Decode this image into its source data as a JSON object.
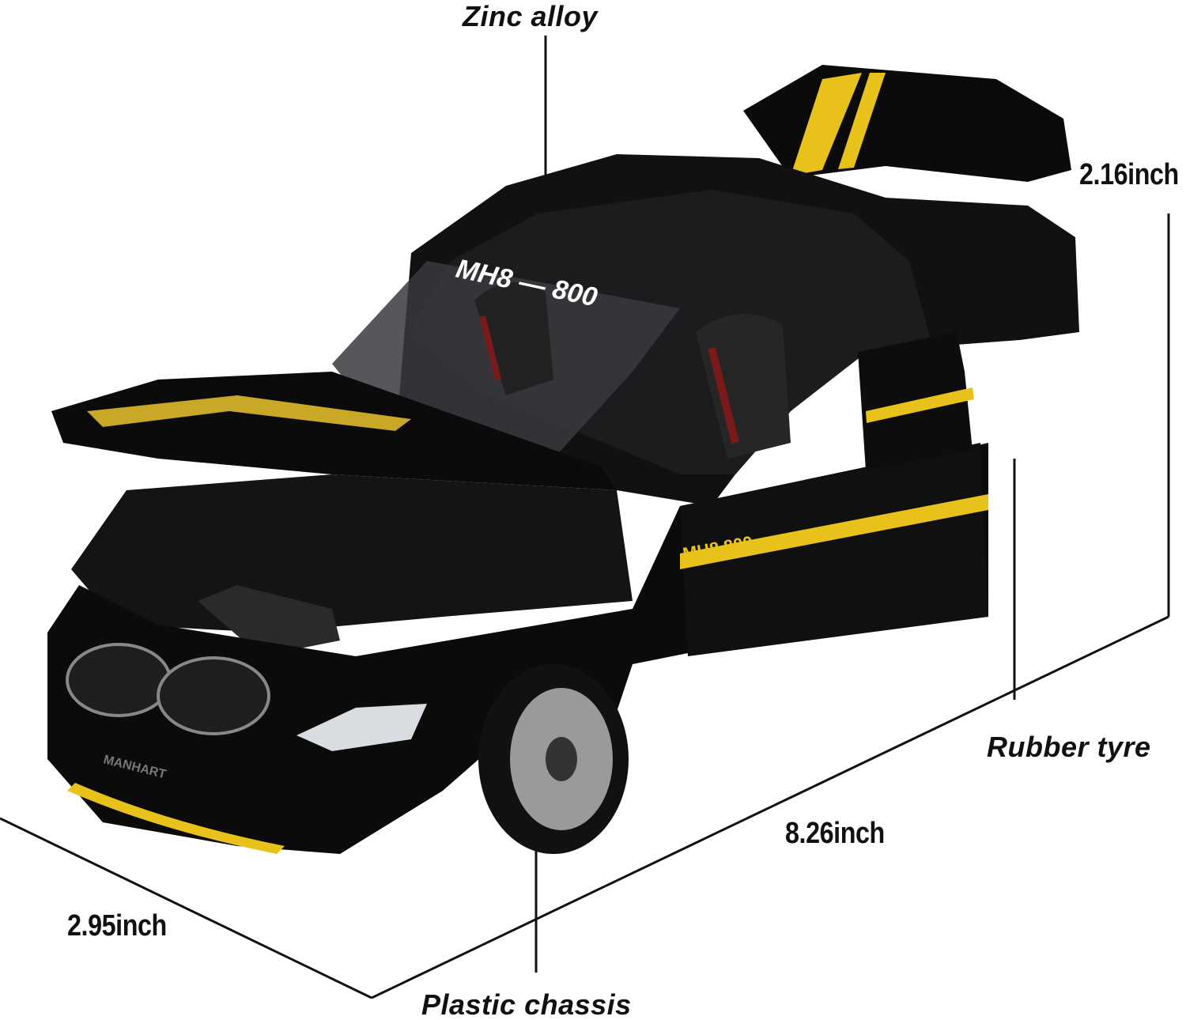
{
  "labels": {
    "material_body": "Zinc alloy",
    "height": "2.16inch",
    "tyre": "Rubber tyre",
    "length": "8.26inch",
    "width": "2.95inch",
    "chassis": "Plastic chassis"
  },
  "car_decals": {
    "windshield": "MH8 — 800",
    "door": "MH8 800",
    "front_plate": "MANHART"
  },
  "colors": {
    "body": "#0b0b0c",
    "stripe": "#e8c21a",
    "seat_accent": "#7a1a1a",
    "line": "#111111"
  }
}
